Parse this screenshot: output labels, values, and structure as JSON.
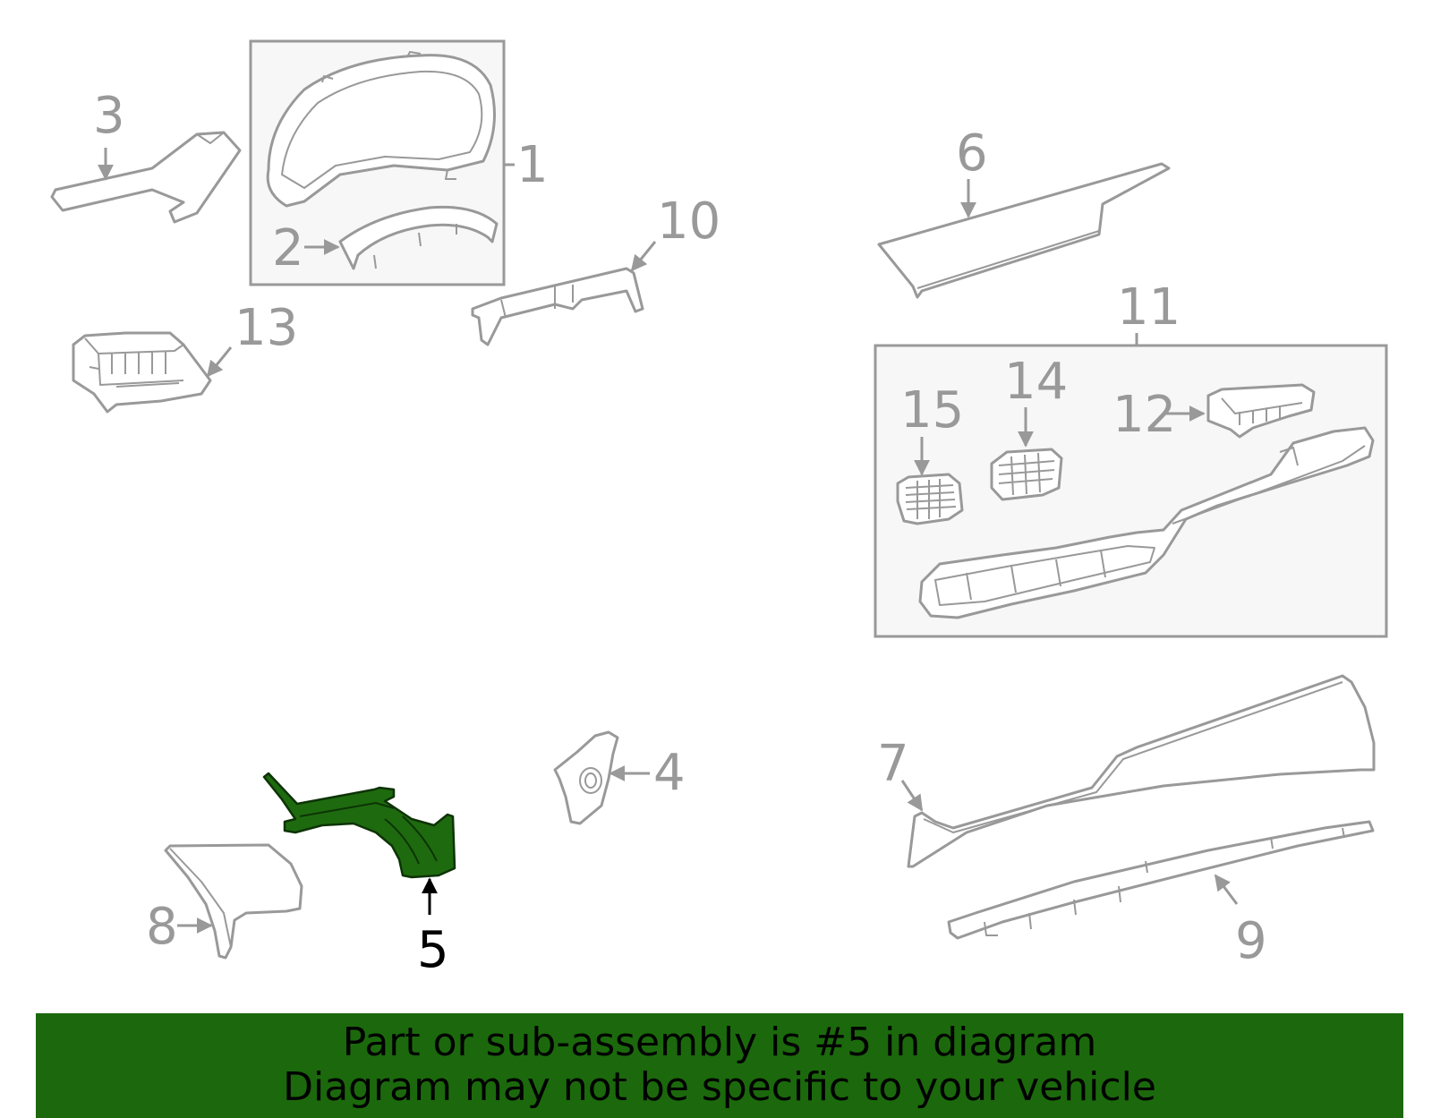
{
  "callouts": [
    {
      "id": "c1",
      "label": "1"
    },
    {
      "id": "c2",
      "label": "2"
    },
    {
      "id": "c3",
      "label": "3"
    },
    {
      "id": "c4",
      "label": "4"
    },
    {
      "id": "c5",
      "label": "5",
      "highlighted": true
    },
    {
      "id": "c6",
      "label": "6"
    },
    {
      "id": "c7",
      "label": "7"
    },
    {
      "id": "c8",
      "label": "8"
    },
    {
      "id": "c9",
      "label": "9"
    },
    {
      "id": "c10",
      "label": "10"
    },
    {
      "id": "c11",
      "label": "11"
    },
    {
      "id": "c12",
      "label": "12"
    },
    {
      "id": "c13",
      "label": "13"
    },
    {
      "id": "c14",
      "label": "14"
    },
    {
      "id": "c15",
      "label": "15"
    }
  ],
  "banner": {
    "line1": "Part or sub-assembly is #5 in diagram",
    "line2": "Diagram may not be specific to your vehicle"
  },
  "colors": {
    "highlight": "#1e6b0f",
    "banner": "#1b690c",
    "part_outline": "#999999",
    "callout_text": "#999999",
    "active_callout": "#000000"
  }
}
